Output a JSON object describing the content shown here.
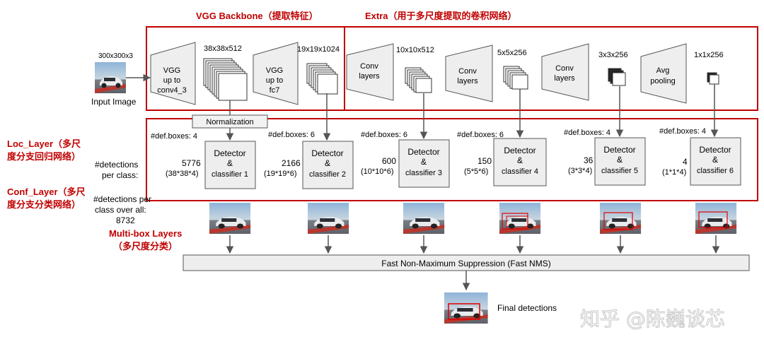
{
  "titles": {
    "vgg": "VGG Backbone（提取特征）",
    "extra": "Extra（用于多尺度提取的卷积网络）",
    "loc_line1": "Loc_Layer（多尺",
    "loc_line2": "度分支回归网络）",
    "conf_line1": "Conf_Layer（多尺",
    "conf_line2": "度分支分类网络）",
    "multibox_line1": "Multi-box Layers",
    "multibox_line2": "（多尺度分类）"
  },
  "input": {
    "size": "300x300x3",
    "label": "Input Image"
  },
  "backbone": {
    "block1": [
      "VGG",
      "up to",
      "conv4_3"
    ],
    "block2": [
      "VGG",
      "up to",
      "fc7"
    ],
    "fmap1": "38x38x512",
    "fmap2": "19x19x1024",
    "normalization": "Normalization"
  },
  "extra": {
    "conv1": [
      "Conv",
      "layers"
    ],
    "conv2": [
      "Conv",
      "layers"
    ],
    "conv3": [
      "Conv",
      "layers"
    ],
    "pool": [
      "Avg",
      "pooling"
    ],
    "fmap3": "10x10x512",
    "fmap4": "5x5x256",
    "fmap5": "3x3x256",
    "fmap6": "1x1x256"
  },
  "side": {
    "det_per_class_1": "#detections",
    "det_per_class_2": "per class:",
    "det_over_1": "#detections per",
    "det_over_2": "class over all:",
    "det_over_total": "8732"
  },
  "detectors": [
    {
      "boxes": "#def.boxes: 4",
      "count": "5776",
      "formula": "(38*38*4)",
      "l1": "Detector",
      "l2": "&",
      "l3": "classifier 1"
    },
    {
      "boxes": "#def.boxes: 6",
      "count": "2166",
      "formula": "(19*19*6)",
      "l1": "Detector",
      "l2": "&",
      "l3": "classifier 2"
    },
    {
      "boxes": "#def.boxes: 6",
      "count": "600",
      "formula": "(10*10*6)",
      "l1": "Detector",
      "l2": "&",
      "l3": "classifier 3"
    },
    {
      "boxes": "#def.boxes: 6",
      "count": "150",
      "formula": "(5*5*6)",
      "l1": "Detector",
      "l2": "&",
      "l3": "classifier 4"
    },
    {
      "boxes": "#def.boxes: 4",
      "count": "36",
      "formula": "(3*3*4)",
      "l1": "Detector",
      "l2": "&",
      "l3": "classifier 5"
    },
    {
      "boxes": "#def.boxes: 4",
      "count": "4",
      "formula": "(1*1*4)",
      "l1": "Detector",
      "l2": "&",
      "l3": "classifier 6"
    }
  ],
  "nms": "Fast Non-Maximum  Suppression (Fast NMS)",
  "final": "Final detections",
  "watermark": "知乎 @陈巍谈芯",
  "colors": {
    "frame": "#c00000",
    "box_fill": "#eeeeee",
    "box_stroke": "#555555",
    "arrow": "#555555"
  }
}
